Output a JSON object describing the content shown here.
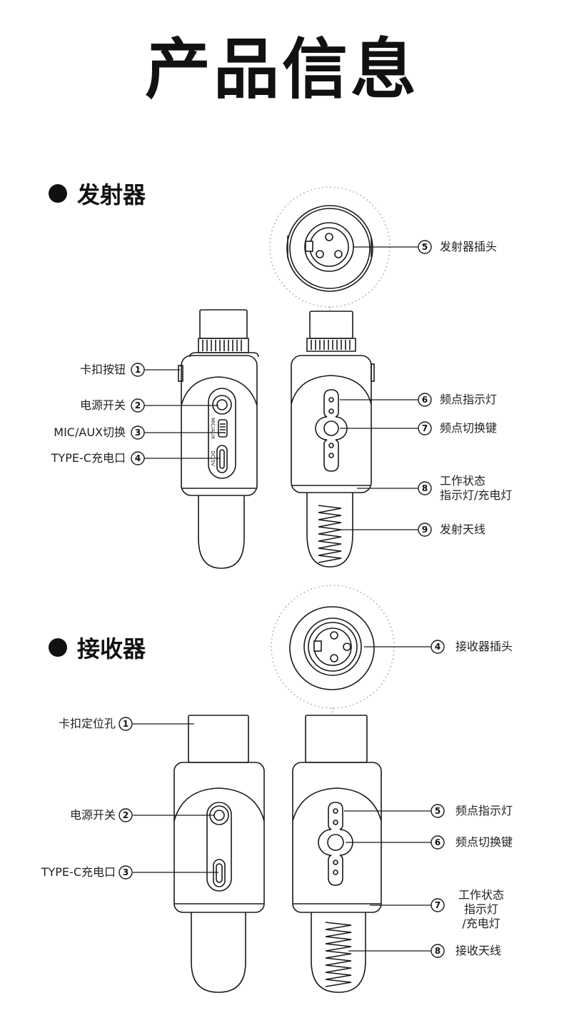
{
  "page_title": "产品信息",
  "transmitter": {
    "heading": "发射器",
    "labels": {
      "l1": "卡扣按钮",
      "l2": "电源开关",
      "l3": "MIC/AUX切换",
      "l4": "TYPE-C充电口",
      "l5": "发射器插头",
      "l6": "频点指示灯",
      "l7": "频点切换键",
      "l8": "工作状态\n指示灯/充电灯",
      "l9": "发射天线"
    },
    "side_text": {
      "switch": "MIC/AUX",
      "port": "DC 5V"
    }
  },
  "receiver": {
    "heading": "接收器",
    "labels": {
      "l1": "卡扣定位孔",
      "l2": "电源开关",
      "l3": "TYPE-C充电口",
      "l4": "接收器插头",
      "l5": "频点指示灯",
      "l6": "频点切换键",
      "l7": "工作状态\n指示灯\n/充电灯",
      "l8": "接收天线"
    }
  },
  "numbers": [
    "1",
    "2",
    "3",
    "4",
    "5",
    "6",
    "7",
    "8",
    "9"
  ],
  "colors": {
    "line": "#1a1a1a",
    "band": "#ffffff",
    "dotted": "#999999"
  }
}
